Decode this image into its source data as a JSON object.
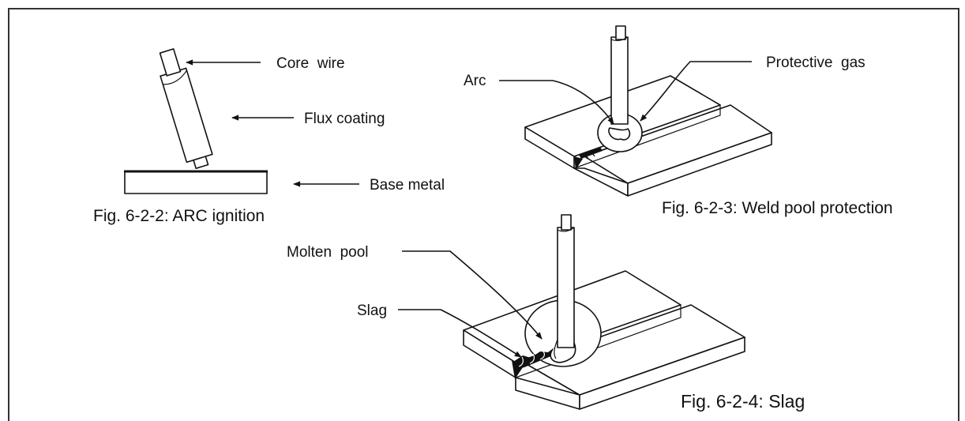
{
  "figures": {
    "arc_ignition": {
      "caption": "Fig. 6-2-2: ARC ignition",
      "labels": {
        "core_wire": "Core  wire",
        "flux_coating": "Flux coating",
        "base_metal": "Base metal"
      }
    },
    "weld_pool_protection": {
      "caption": "Fig. 6-2-3: Weld pool protection",
      "labels": {
        "arc": "Arc",
        "protective_gas": "Protective  gas"
      }
    },
    "slag": {
      "caption": "Fig. 6-2-4: Slag",
      "labels": {
        "molten_pool": "Molten  pool",
        "slag": "Slag"
      }
    }
  },
  "colors": {
    "ink": "#111111",
    "paper": "#ffffff",
    "frame": "#333333"
  }
}
